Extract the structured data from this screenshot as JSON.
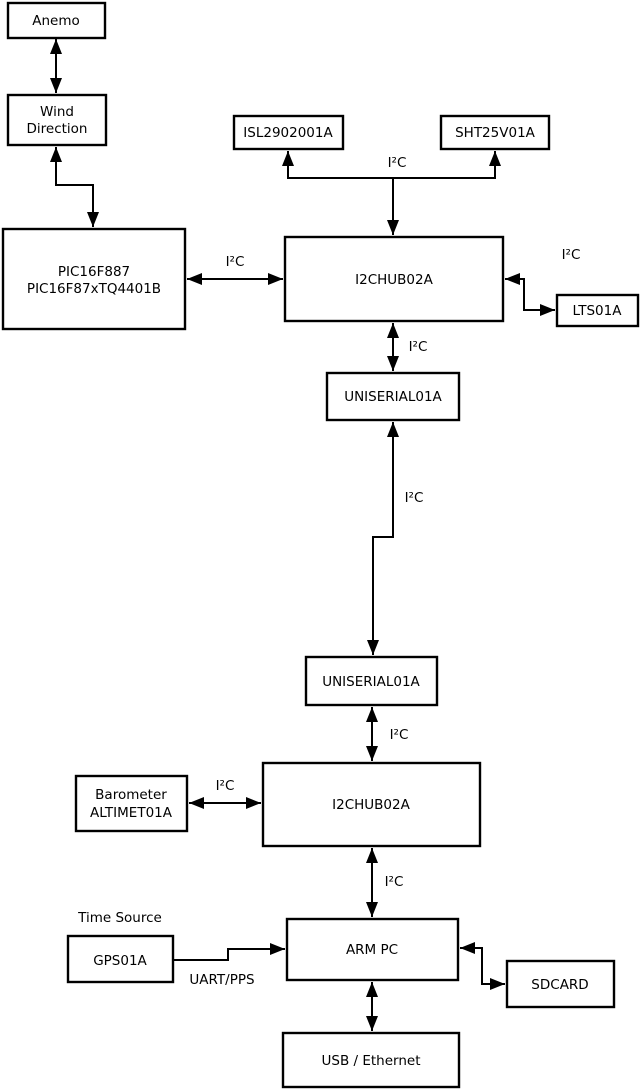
{
  "diagram": {
    "kind": "block-diagram",
    "colors": {
      "stroke": "#000000",
      "box_fill": "#ffffff",
      "background": "#ffffff"
    },
    "boxes": {
      "anemo": {
        "label": "Anemo"
      },
      "wind_direction": {
        "line1": "Wind",
        "line2": "Direction"
      },
      "pic": {
        "line1": "PIC16F887",
        "line2": "PIC16F87xTQ4401B"
      },
      "isl": {
        "label": "ISL2902001A"
      },
      "sht": {
        "label": "SHT25V01A"
      },
      "i2chub_1": {
        "label": "I2CHUB02A"
      },
      "lts": {
        "label": "LTS01A"
      },
      "uniserial_1": {
        "label": "UNISERIAL01A"
      },
      "uniserial_2": {
        "label": "UNISERIAL01A"
      },
      "barometer": {
        "line1": "Barometer",
        "line2": "ALTIMET01A"
      },
      "i2chub_2": {
        "label": "I2CHUB02A"
      },
      "gps": {
        "label": "GPS01A",
        "caption": "Time Source"
      },
      "arm_pc": {
        "label": "ARM PC"
      },
      "sdcard": {
        "label": "SDCARD"
      },
      "usb_ethernet": {
        "label": "USB / Ethernet"
      }
    },
    "connections": [
      {
        "from": "anemo",
        "to": "wind_direction",
        "bidirectional": true,
        "label": ""
      },
      {
        "from": "wind_direction",
        "to": "pic",
        "bidirectional": true,
        "label": ""
      },
      {
        "from": "pic",
        "to": "i2chub_1",
        "bidirectional": true,
        "label": "I²C"
      },
      {
        "from": "i2chub_1",
        "to": [
          "isl",
          "sht"
        ],
        "bidirectional": true,
        "label": "I²C"
      },
      {
        "from": "i2chub_1",
        "to": "lts",
        "bidirectional": true,
        "label": "I²C"
      },
      {
        "from": "i2chub_1",
        "to": "uniserial_1",
        "bidirectional": true,
        "label": "I²C"
      },
      {
        "from": "uniserial_1",
        "to": "uniserial_2",
        "bidirectional": true,
        "label": "I²C"
      },
      {
        "from": "uniserial_2",
        "to": "i2chub_2",
        "bidirectional": true,
        "label": "I²C"
      },
      {
        "from": "barometer",
        "to": "i2chub_2",
        "bidirectional": true,
        "label": "I²C"
      },
      {
        "from": "i2chub_2",
        "to": "arm_pc",
        "bidirectional": true,
        "label": "I²C"
      },
      {
        "from": "gps",
        "to": "arm_pc",
        "bidirectional": false,
        "label": "UART/PPS"
      },
      {
        "from": "arm_pc",
        "to": "sdcard",
        "bidirectional": true,
        "label": ""
      },
      {
        "from": "arm_pc",
        "to": "usb_ethernet",
        "bidirectional": true,
        "label": ""
      }
    ]
  }
}
